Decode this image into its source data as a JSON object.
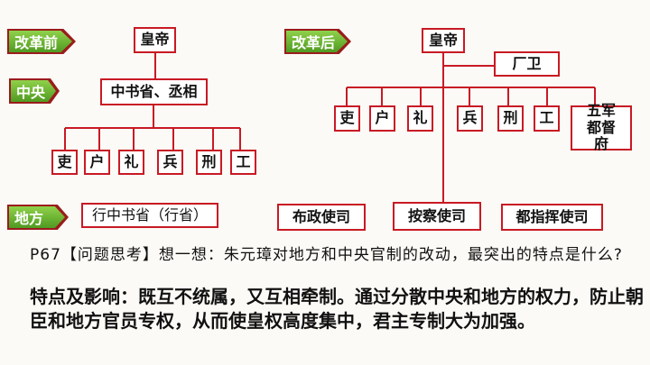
{
  "before": {
    "tag": "改革前",
    "central_tag": "中央",
    "local_tag": "地方",
    "emperor": "皇帝",
    "secretariat": "中书省、丞相",
    "ministries": [
      "吏",
      "户",
      "礼",
      "兵",
      "刑",
      "工"
    ],
    "local": "行中书省（行省）"
  },
  "after": {
    "tag": "改革后",
    "emperor": "皇帝",
    "guards": "厂卫",
    "ministries": [
      "吏",
      "户",
      "礼",
      "兵",
      "刑",
      "工"
    ],
    "military": "五军都督府",
    "local": [
      "布政使司",
      "按察使司",
      "都指挥使司"
    ]
  },
  "question": "P67【问题思考】想一想：朱元璋对地方和中央官制的改动，最突出的特点是什么?",
  "answer": "特点及影响：既互不统属，又互相牵制。通过分散中央和地方的权力，防止朝臣和地方官员专权，从而使皇权高度集中，君主专制大为加强。",
  "colors": {
    "line": "#c81a24",
    "tag_green": "#6db536"
  }
}
